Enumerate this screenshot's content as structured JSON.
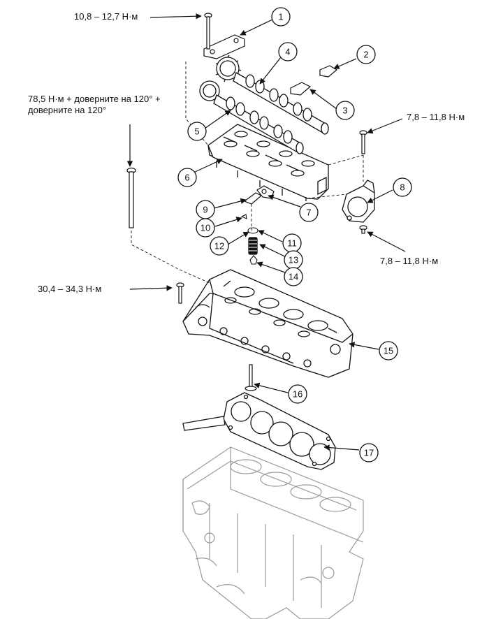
{
  "torques": {
    "t1": "10,8 – 12,7 Н·м",
    "t2": "78,5 Н·м + доверните на 120° + доверните на 120°",
    "t3": "7,8 – 11,8 Н·м",
    "t4": "7,8 – 11,8 Н·м",
    "t5": "30,4 – 34,3 Н·м"
  },
  "callouts": [
    "1",
    "2",
    "3",
    "4",
    "5",
    "6",
    "7",
    "8",
    "9",
    "10",
    "11",
    "12",
    "13",
    "14",
    "15",
    "16",
    "17"
  ],
  "colors": {
    "line": "#111111",
    "fill": "#ffffff",
    "ghost": "#9a9a9a"
  }
}
